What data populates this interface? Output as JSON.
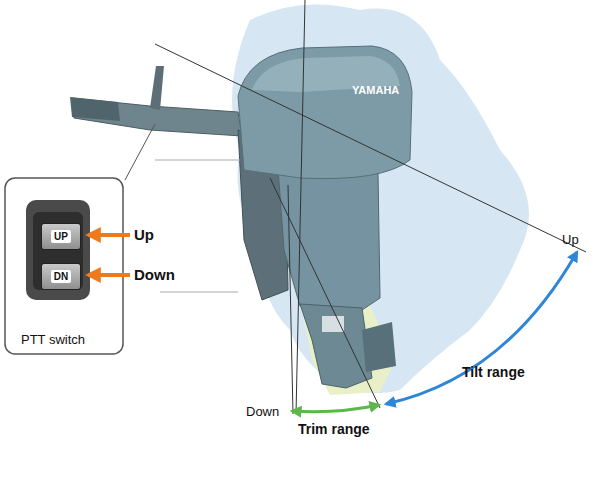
{
  "diagram": {
    "nodes": [
      {
        "text": [
          "PTT switch"
        ]
      },
      {
        "text": [
          "UP"
        ],
        "in": 0
      },
      {
        "text": [
          "DN"
        ],
        "in": 0
      }
    ],
    "labels": [
      "YAMAHA",
      "Up",
      "Down",
      "Up",
      "Tilt range",
      "Down",
      "Trim range"
    ]
  }
}
